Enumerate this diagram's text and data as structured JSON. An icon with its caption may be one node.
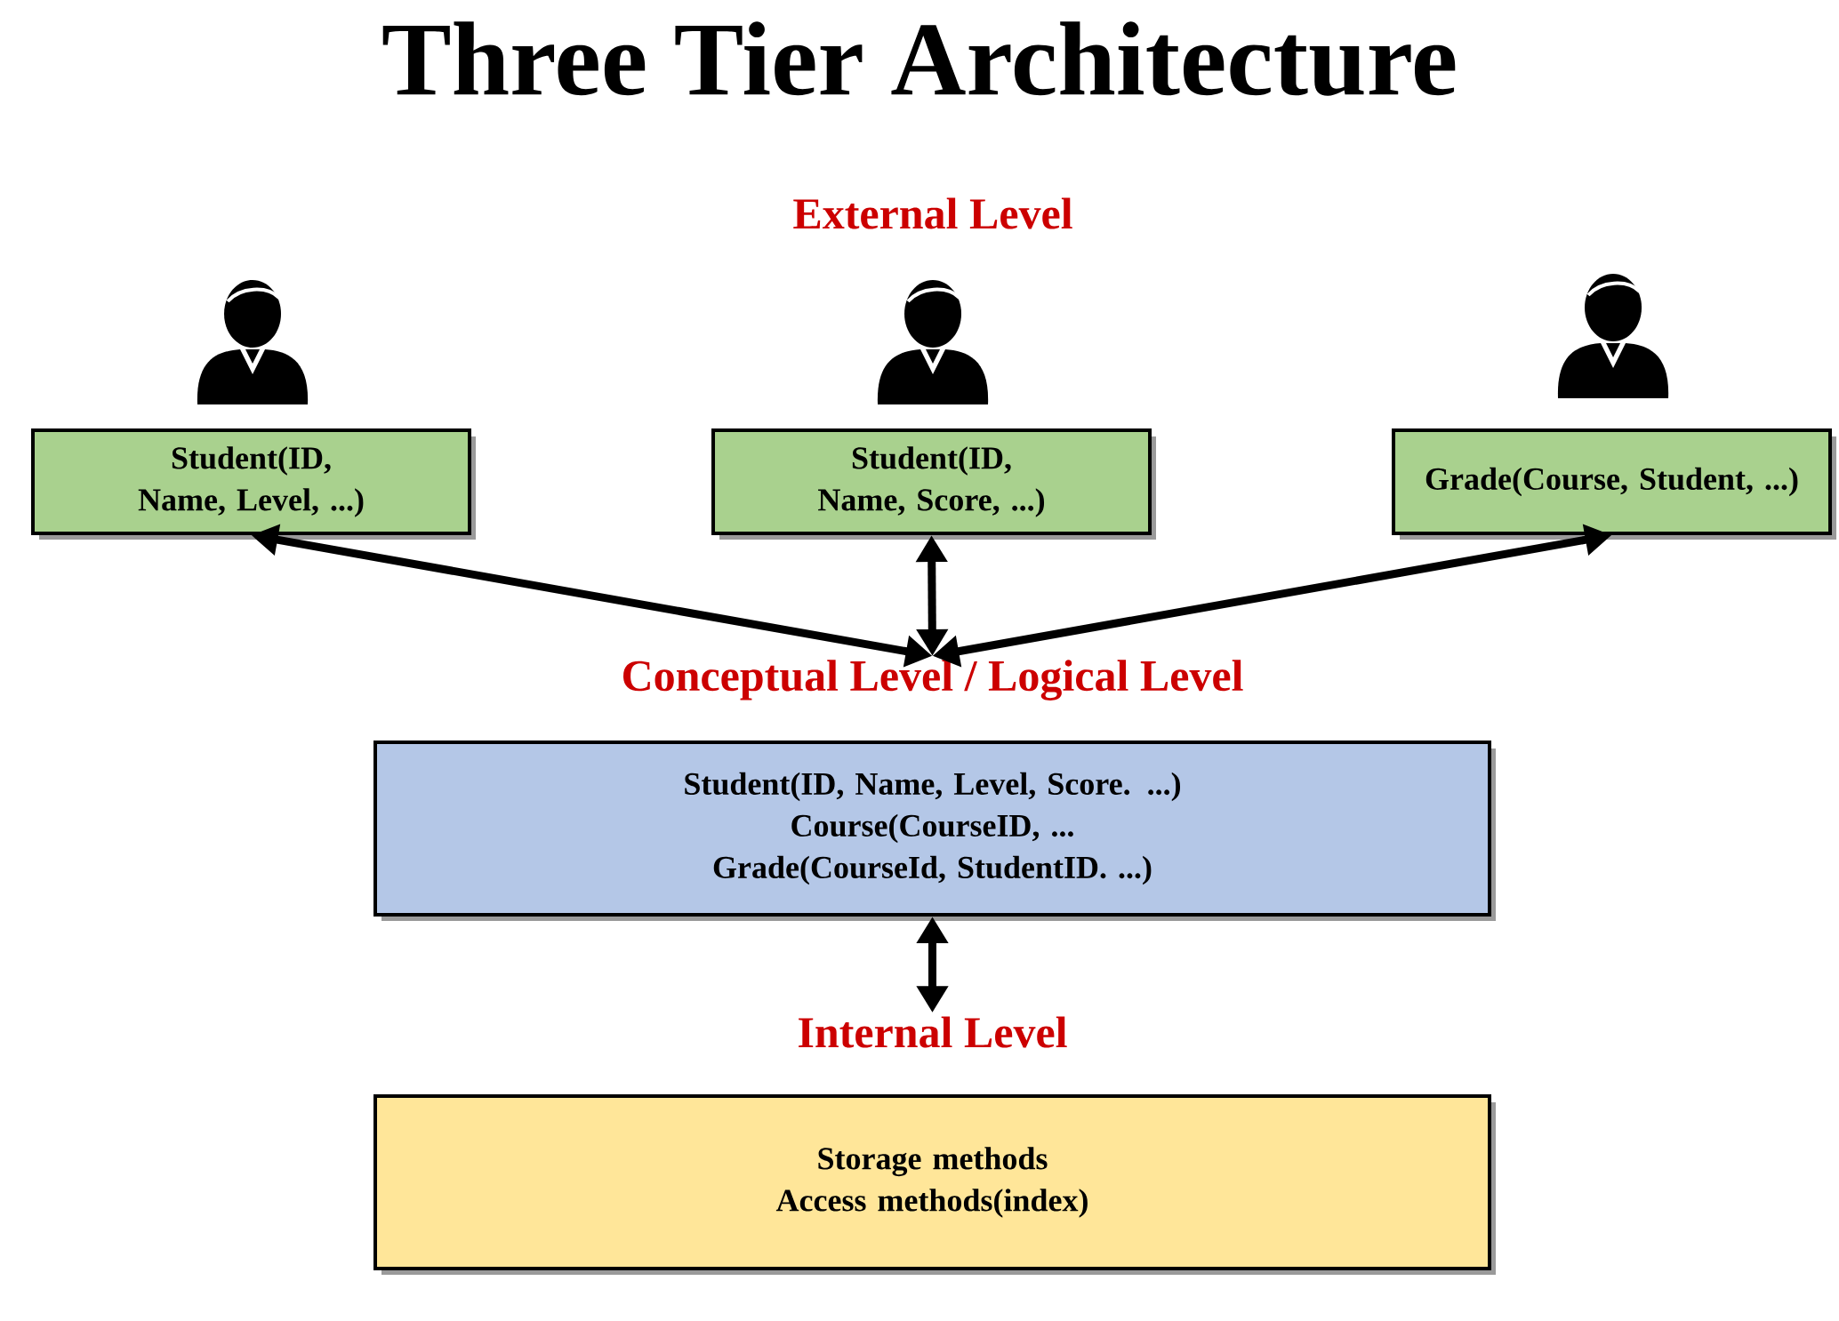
{
  "diagram": {
    "title": "Three Tier Architecture",
    "nodes": [
      {
        "text": [
          "Student(ID, Name, Level, ...)"
        ]
      },
      {
        "text": [
          "Student(ID, Name, Score, ...)"
        ]
      },
      {
        "text": [
          "Grade(Course, Student, ...)"
        ]
      },
      {
        "text": [
          "Conceptual Level / Logical Level",
          "Student(ID, Name, Level, Score. ...)",
          "Course(CourseID, ...",
          "Grade(CourseId, StudentID.  ...)"
        ]
      },
      {
        "text": [
          "Internal Level",
          "Storage methods",
          "Access methods(index)"
        ]
      }
    ],
    "edges": [
      {
        "from": 0,
        "to": 3,
        "arrow": "both"
      },
      {
        "from": 1,
        "to": 3,
        "arrow": "both"
      },
      {
        "from": 2,
        "to": 3,
        "arrow": "both"
      },
      {
        "from": 3,
        "to": 4,
        "arrow": "both"
      }
    ],
    "labels": [
      "External Level"
    ]
  }
}
